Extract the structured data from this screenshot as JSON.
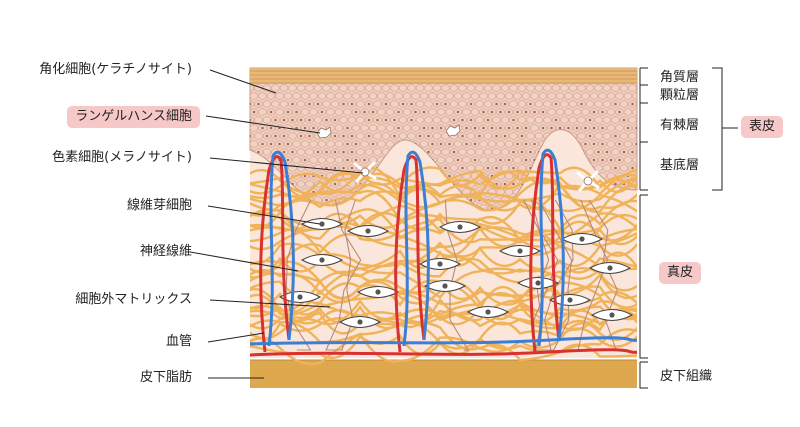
{
  "diagram": {
    "left_labels": [
      "角化細胞(ケラチノサイト)",
      "ランゲルハンス細胞",
      "色素細胞(メラノサイト)",
      "線維芽細胞",
      "神経線維",
      "細胞外マトリックス",
      "血管",
      "皮下脂肪"
    ],
    "right_labels": [
      "角質層",
      "顆粒層",
      "有棘層",
      "基底層",
      "皮下組織"
    ],
    "group_labels": {
      "epidermis": "表皮",
      "dermis": "真皮"
    },
    "colors": {
      "stratum_corneum": "#e8b87a",
      "epidermis": "#f2d2c2",
      "cell_nucleus": "#a86a5a",
      "dermis": "#fbe6dc",
      "collagen": "#f0b35a",
      "nerve": "#b98a7a",
      "artery": "#d93030",
      "vein": "#3a7fd5",
      "fat": "#dda84e",
      "highlight": "#f6c8c8"
    }
  }
}
